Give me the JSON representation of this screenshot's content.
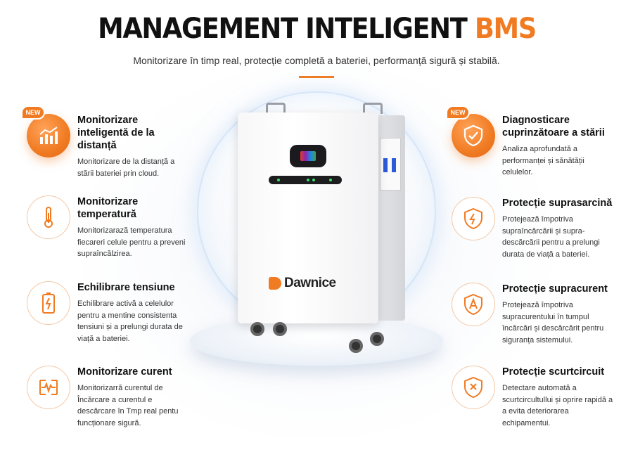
{
  "header": {
    "title_main": "MANAGEMENT INTELIGENT",
    "title_accent": "BMS",
    "subtitle": "Monitorizare în timp real, protecție completă a bateriei, performanță sigură și stabilă."
  },
  "brand": {
    "name": "Dawnice",
    "accent_color": "#f07b22"
  },
  "features_left": [
    {
      "badge": "NEW",
      "title": "Monitorizare inteligentă de la distanță",
      "desc": "Monitorizare de la distanță a stării bateriei prin cloud.",
      "icon": "chart-growth-icon"
    },
    {
      "title": "Monitorizare temperatură",
      "desc": "Monitorizarază temperatura fiecareri celule pentru a preveni supraîncălzirea.",
      "icon": "thermometer-icon"
    },
    {
      "title": "Echilibrare tensiune",
      "desc": "Echilibrare activă a celelulor pentru a mentine consistenta tensiuni și a prelungi durata de viață a bateriei.",
      "icon": "battery-charge-icon"
    },
    {
      "title": "Monitorizare curent",
      "desc": "Monitorizarră curentul de Încărcare a curentul e descărcare în Tmp real pentu funcționare sigură.",
      "icon": "current-wave-icon"
    }
  ],
  "features_right": [
    {
      "badge": "NEW",
      "title": "Diagnosticare cuprinzătoare a stării",
      "desc": "Analiza aprofundată a performanței și sănătății celulelor.",
      "icon": "shield-check-icon"
    },
    {
      "title": "Protecție suprasarcină",
      "desc": "Protejează împotriva supraîncărcării și supra-descărcării pentru a prelungi durata de viață a bateriei.",
      "icon": "shield-bolt-icon"
    },
    {
      "title": "Protecție supracurent",
      "desc": "Protejează împotriva supracurentului în tumpul încărcări și descărcărit pentru siguranța sistemului.",
      "icon": "shield-a-icon"
    },
    {
      "title": "Protecție scurtcircuit",
      "desc": "Detectare automată a scurtcircultullui și oprire rapidă a a evita deteriorarea echipamentui.",
      "icon": "shield-x-icon"
    }
  ]
}
